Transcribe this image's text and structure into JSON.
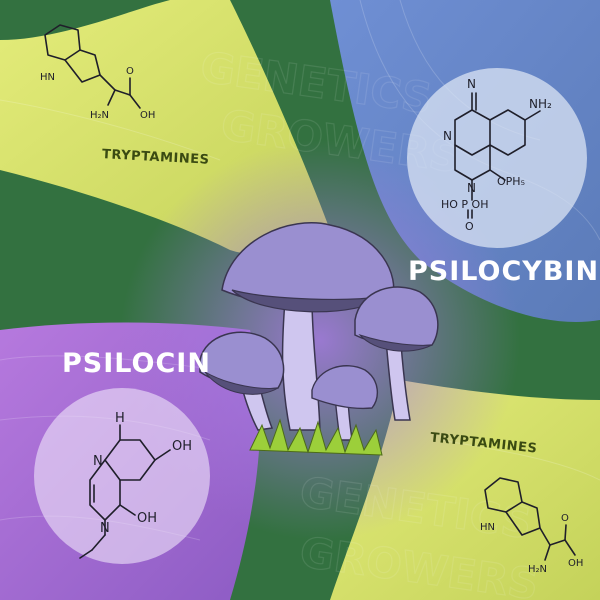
{
  "labels": {
    "psilocybin": "PSILOCYBIN",
    "psilocin": "PSILOCIN",
    "tryptamines_top": "TRYPTAMINES",
    "tryptamines_bottom": "TRYPTAMINES"
  },
  "watermark": {
    "line1": "GENETICS",
    "line2": "GROWERS"
  },
  "psilocybin_atoms": {
    "n_top": "N",
    "nh2": "NH₂",
    "n_ring": "N",
    "n_bottom": "N",
    "ophs": "OPH₅",
    "hopoh": "HO P OH",
    "o": "O"
  },
  "psilocin_atoms": {
    "h": "H",
    "oh_top": "OH",
    "n_top": "N",
    "oh_bottom": "OH",
    "n_bottom": "N"
  },
  "tryptophan_top_atoms": {
    "hn": "HN",
    "h2n": "H₂N",
    "oh": "OH",
    "o": "O"
  },
  "tryptophan_bottom_atoms": {
    "hn": "HN",
    "h2n": "H₂N",
    "oh": "OH",
    "o": "O"
  },
  "colors": {
    "green": "#2f6b3c",
    "yellow_band": "#d9e36a",
    "blue_band": "#6e8fc9",
    "purple_band": "#b07ad6",
    "mushroom_cap": "#9a8fd0",
    "grass": "#9ccf3a"
  }
}
